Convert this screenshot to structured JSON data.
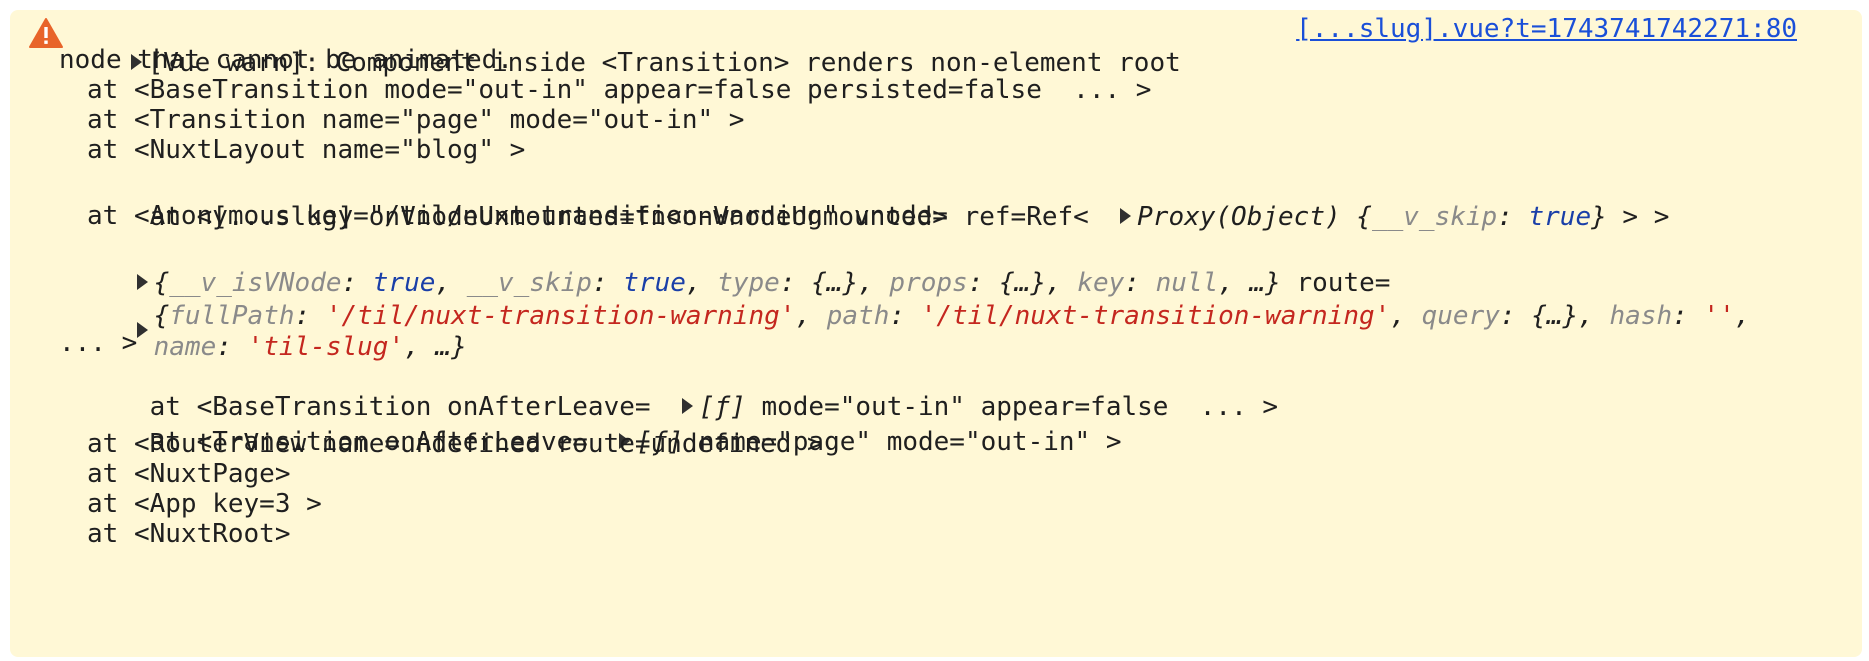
{
  "warning": {
    "toggle_icon": "triangle-right-icon",
    "warn_icon": "warning-triangle-icon",
    "message_line1": "[Vue warn]: Component inside <Transition> renders non-element root",
    "message_line2": "node that cannot be animated.",
    "source_link": "[...slug].vue?t=1743741742271:80"
  },
  "stack": {
    "base_transition": "at <BaseTransition mode=\"out-in\" appear=false persisted=false  ... >",
    "transition": "at <Transition name=\"page\" mode=\"out-in\" >",
    "nuxt_layout": "at <NuxtLayout name=\"blog\" >",
    "slug_prefix": "at <[...slug] onVnodeUnmounted=fn<onVnodeUnmounted> ref=Ref<",
    "slug_proxy": "Proxy(Object)",
    "slug_obj_open": "{",
    "slug_obj_key": "__v_skip",
    "slug_obj_colon": ": ",
    "slug_obj_val": "true",
    "slug_obj_close": "}",
    "slug_suffix": " > >",
    "anonymous": "at <Anonymous key=\"/til/nuxt-transition-warning\" vnode=",
    "vnode_obj": {
      "open": "{",
      "k1": "__v_isVNode",
      "v1": "true",
      "k2": "__v_skip",
      "v2": "true",
      "k3": "type",
      "v3": "{…}",
      "k4": "props",
      "v4": "{…}",
      "k5": "key",
      "v5": "null",
      "tail": ", …}",
      "route_label": " route="
    },
    "route_obj": {
      "open": "{",
      "k1": "fullPath",
      "v1": "'/til/nuxt-transition-warning'",
      "k2": "path",
      "v2": "'/til/nuxt-transition-warning'",
      "k3": "query",
      "v3": "{…}",
      "k4": "hash",
      "v4": "''",
      "k5": "name",
      "v5": "'til-slug'",
      "tail": ", …}"
    },
    "ellipsis": "... >",
    "base_transition2_prefix": "at <BaseTransition onAfterLeave=",
    "base_transition2_fn": "[ƒ]",
    "base_transition2_suffix": " mode=\"out-in\" appear=false  ... >",
    "transition2_prefix": "at <Transition onAfterLeave=",
    "transition2_fn": "[ƒ]",
    "transition2_suffix": " name=\"page\" mode=\"out-in\" >",
    "router_view": "at <RouterView name=undefined route=undefined >",
    "nuxt_page": "at <NuxtPage>",
    "app": "at <App key=3 >",
    "nuxt_root": "at <NuxtRoot>"
  },
  "colors": {
    "background": "#fff8d6",
    "warning_icon": "#e8642a",
    "link": "#1a4fd8",
    "string": "#c4271f",
    "keyword": "#1a3fa8",
    "muted_key": "#8a8a8a"
  }
}
